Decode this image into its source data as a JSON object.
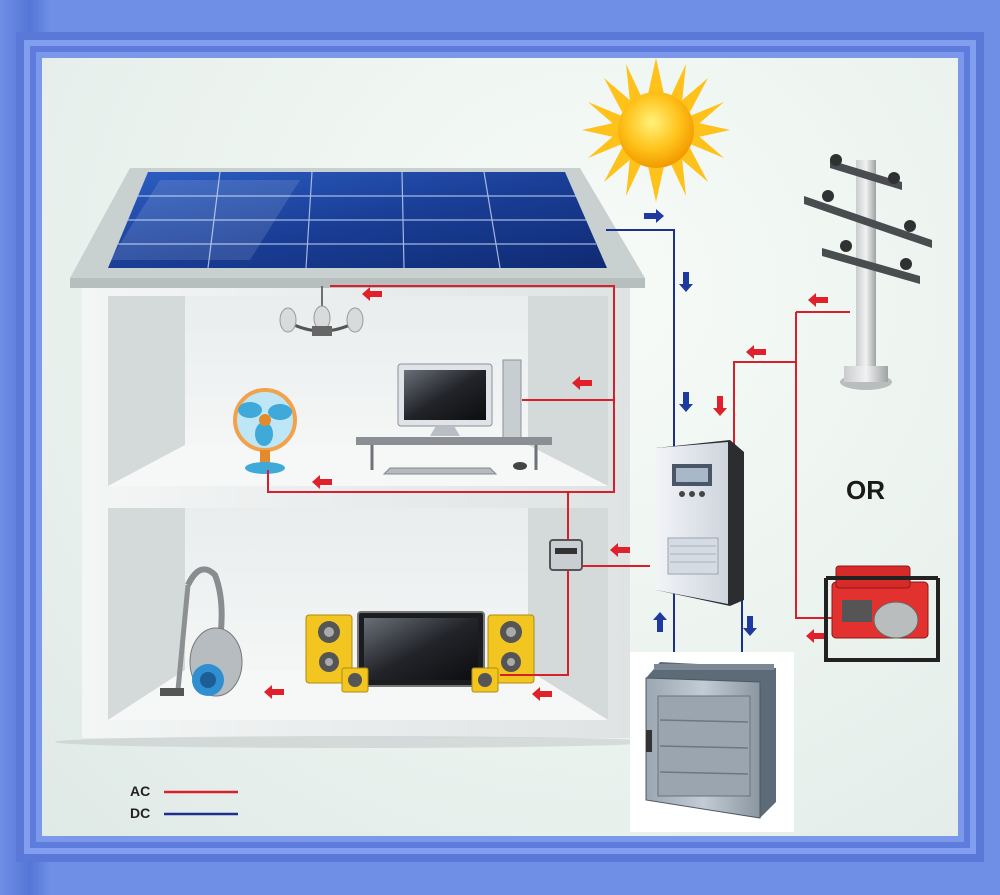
{
  "labels": {
    "or": "OR",
    "legend_ac": "AC",
    "legend_dc": "DC"
  },
  "colors": {
    "ac": "#d81f2b",
    "dc": "#1d2f8f",
    "frame": "#5b79d6",
    "arrow_blue": "#1f3a9e",
    "arrow_red": "#e0202a"
  }
}
